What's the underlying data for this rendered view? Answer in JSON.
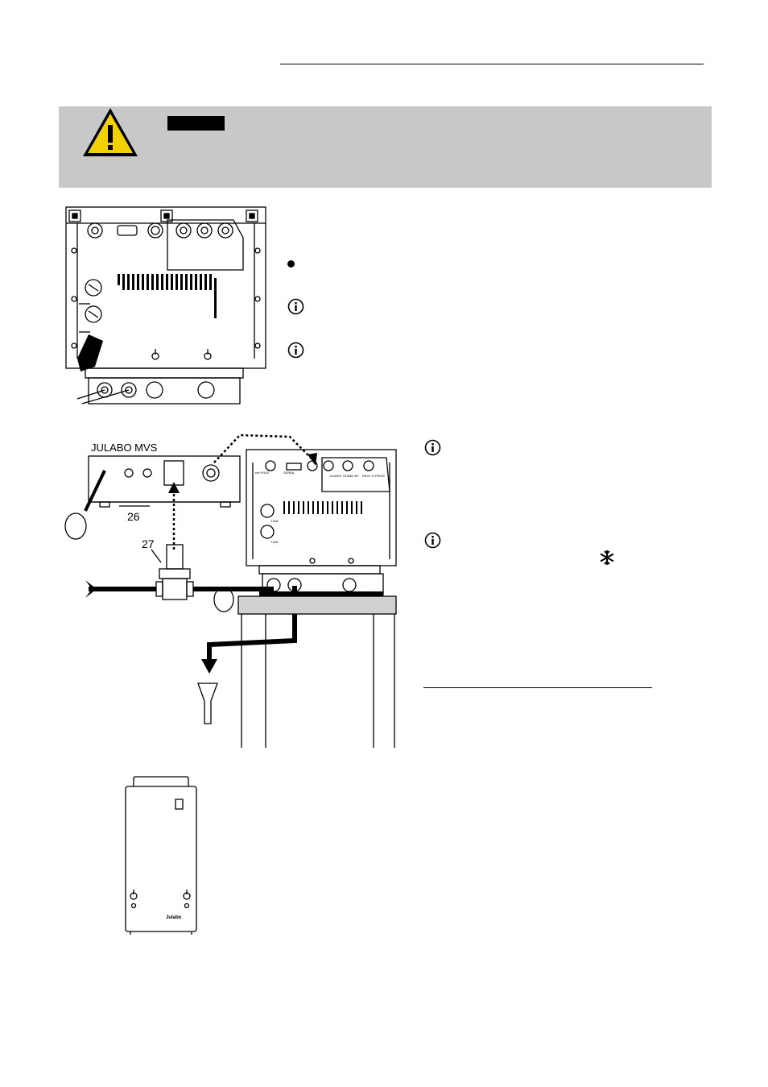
{
  "warning": {
    "label": "",
    "icon": "warning-triangle-icon"
  },
  "figure2": {
    "device_label": "JULABO  MVS",
    "callout_26": "26",
    "callout_27": "27",
    "panel_labels": {
      "ext_pt100": "ext Pt100",
      "serial": "SERIAL",
      "alarm": "ALARM",
      "standby": "STAND-BY",
      "reg_eprog": "REG+ E-PROG",
      "fuse1": "T16A",
      "fuse2": "T16A"
    }
  },
  "figure3": {
    "brand": "Julabo"
  },
  "info_icons": [
    "info-icon",
    "info-icon",
    "info-icon",
    "info-icon"
  ],
  "colors": {
    "warning_bg": "#c8c8c8",
    "warning_yellow": "#f2d100"
  }
}
